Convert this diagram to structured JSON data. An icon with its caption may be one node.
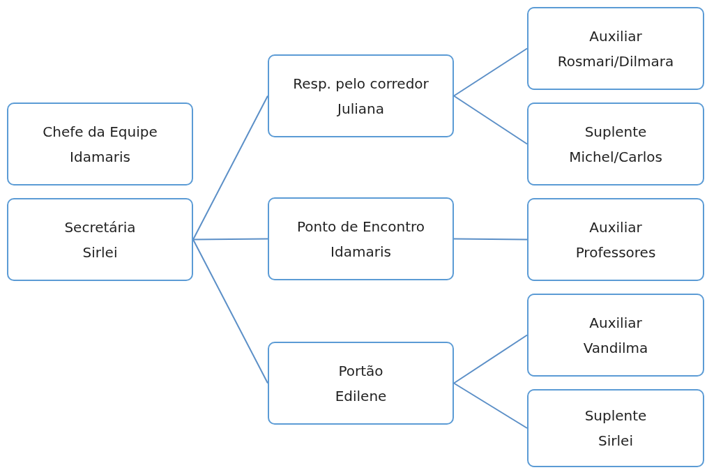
{
  "diagram": {
    "nodes": [
      {
        "text": [
          "Chefe da Equipe",
          "Idamaris"
        ]
      },
      {
        "text": [
          "Secretária",
          "Sirlei"
        ]
      },
      {
        "text": [
          "Resp. pelo corredor",
          "Juliana"
        ]
      },
      {
        "text": [
          "Ponto de Encontro",
          "Idamaris"
        ]
      },
      {
        "text": [
          "Portão",
          "Edilene"
        ]
      },
      {
        "text": [
          "Auxiliar",
          "Rosmari/Dilmara"
        ]
      },
      {
        "text": [
          "Suplente",
          "Michel/Carlos"
        ]
      },
      {
        "text": [
          "Auxiliar",
          "Professores"
        ]
      },
      {
        "text": [
          "Auxiliar",
          "Vandilma"
        ]
      },
      {
        "text": [
          "Suplente",
          "Sirlei"
        ]
      }
    ],
    "edges": [
      {
        "from": 1,
        "to": 2,
        "arrow": "none"
      },
      {
        "from": 1,
        "to": 3,
        "arrow": "none"
      },
      {
        "from": 1,
        "to": 4,
        "arrow": "none"
      },
      {
        "from": 2,
        "to": 5,
        "arrow": "none"
      },
      {
        "from": 2,
        "to": 6,
        "arrow": "none"
      },
      {
        "from": 3,
        "to": 7,
        "arrow": "none"
      },
      {
        "from": 4,
        "to": 8,
        "arrow": "none"
      },
      {
        "from": 4,
        "to": 9,
        "arrow": "none"
      }
    ]
  }
}
